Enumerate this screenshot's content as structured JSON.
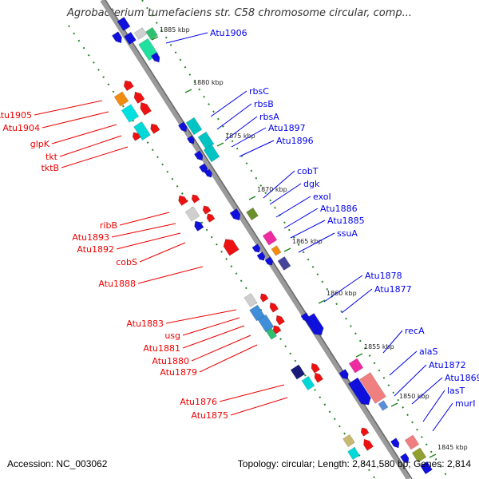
{
  "title": "Agrobacterium tumefaciens str. C58 chromosome circular, comp...",
  "accession": "Accession: NC_003062",
  "topology": "Topology: circular; Length: 2,841,580 bp; Genes: 2,814",
  "colors": {
    "forward_label": "#0000ee",
    "reverse_label": "#ee0000",
    "backbone": "#888888",
    "tick": "#228822"
  },
  "kbp_ticks": [
    "1885 kbp",
    "1880 kbp",
    "1875 kbp",
    "1870 kbp",
    "1865 kbp",
    "1860 kbp",
    "1855 kbp",
    "1850 kbp",
    "1845 kbp"
  ],
  "forward_labels": [
    "Atu1906",
    "rbsC",
    "rbsB",
    "rbsA",
    "Atu1897",
    "Atu1896",
    "cobT",
    "dgk",
    "exoI",
    "Atu1886",
    "Atu1885",
    "ssuA",
    "Atu1878",
    "Atu1877",
    "recA",
    "alaS",
    "Atu1872",
    "Atu1869",
    "lasT",
    "murI"
  ],
  "reverse_labels": [
    "Atu1905",
    "Atu1904",
    "glpK",
    "tkt",
    "tktB",
    "ribB",
    "Atu1893",
    "Atu1892",
    "cobS",
    "Atu1888",
    "Atu1883",
    "usg",
    "Atu1881",
    "Atu1880",
    "Atu1879",
    "Atu1876",
    "Atu1875"
  ]
}
